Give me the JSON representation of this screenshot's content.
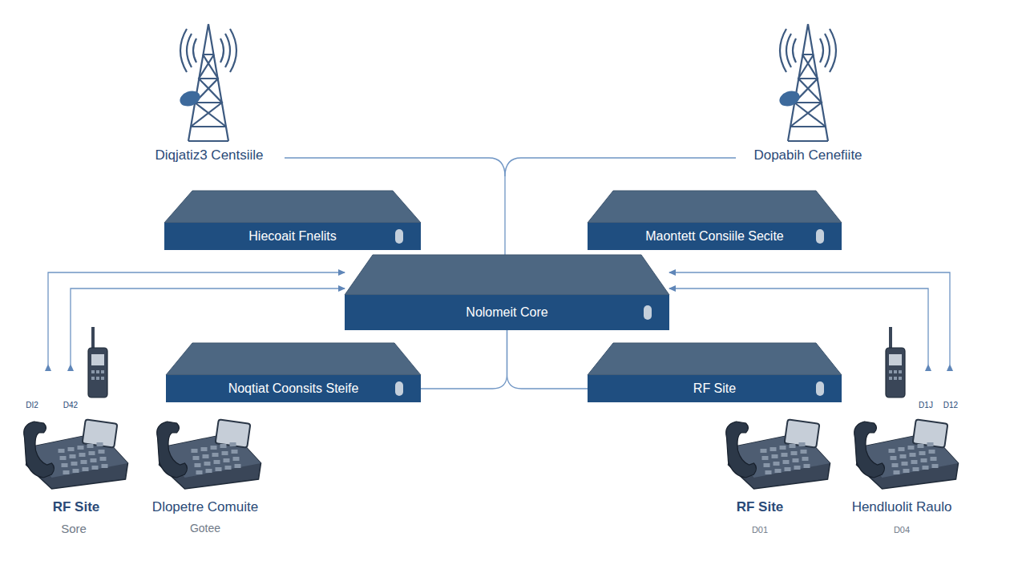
{
  "diagram": {
    "nodes": [
      {
        "text": [
          "Hiecoait Fnelits"
        ]
      },
      {
        "text": [
          "Maontett Consiile Secite"
        ]
      },
      {
        "text": [
          "Nolomeit Core"
        ]
      },
      {
        "text": [
          "Noqtiat Coonsits Steife"
        ]
      },
      {
        "text": [
          "RF Site"
        ]
      }
    ],
    "edges": [
      {
        "from": 3,
        "to": 2,
        "arrow": "none"
      },
      {
        "from": 4,
        "to": 2,
        "arrow": "none"
      }
    ],
    "labels": [
      "Diqjatiz3 Centsiile",
      "Dopabih Cenefiite",
      "DI2",
      "D42",
      "D1J",
      "D12",
      "RF Site",
      "Sore",
      "Dlopetre Comuite",
      "Gotee",
      "RF Site",
      "D01",
      "Hendluolit Raulo",
      "D04"
    ]
  }
}
